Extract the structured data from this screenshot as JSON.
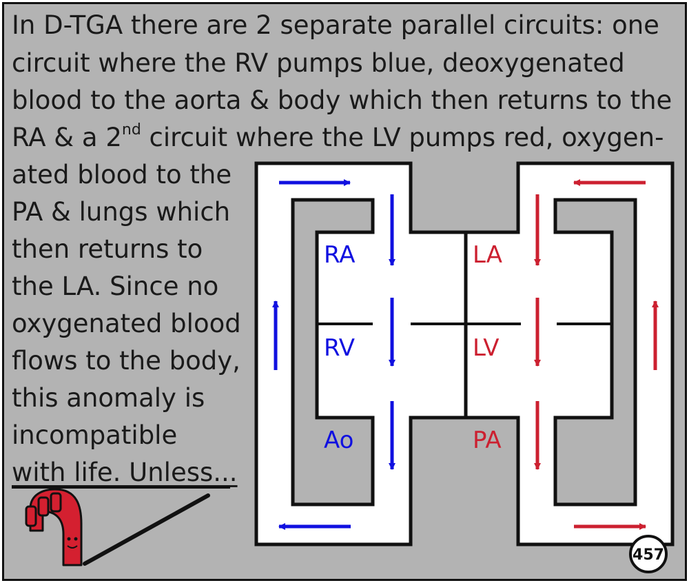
{
  "text": {
    "line1": "In D-TGA there are 2 separate parallel circuits: one",
    "line2": "circuit where the RV pumps blue, deoxygenated",
    "line3": "blood to the aorta & body which then returns to the",
    "line4_pre": "RA & a 2",
    "line4_sup": "nd",
    "line4_post": " circuit where the LV pumps red, oxygen-",
    "line5": "ated blood to the",
    "line6": "PA & lungs which",
    "line7": "then returns to",
    "line8": "the LA. Since no",
    "line9": "oxygenated blood",
    "line10": "flows to the body,",
    "line11": "this anomaly is",
    "line12": "incompatible",
    "line13": "with life. Unless..."
  },
  "labels": {
    "ra": "RA",
    "rv": "RV",
    "ao": "Ao",
    "la": "LA",
    "lv": "LV",
    "pa": "PA"
  },
  "page_number": "457",
  "colors": {
    "blue": "#1010e0",
    "red": "#cc2030",
    "background": "#b3b3b3",
    "outline": "#111111"
  },
  "icons": [
    "aorta-mascot-icon",
    "arrow-icon"
  ]
}
